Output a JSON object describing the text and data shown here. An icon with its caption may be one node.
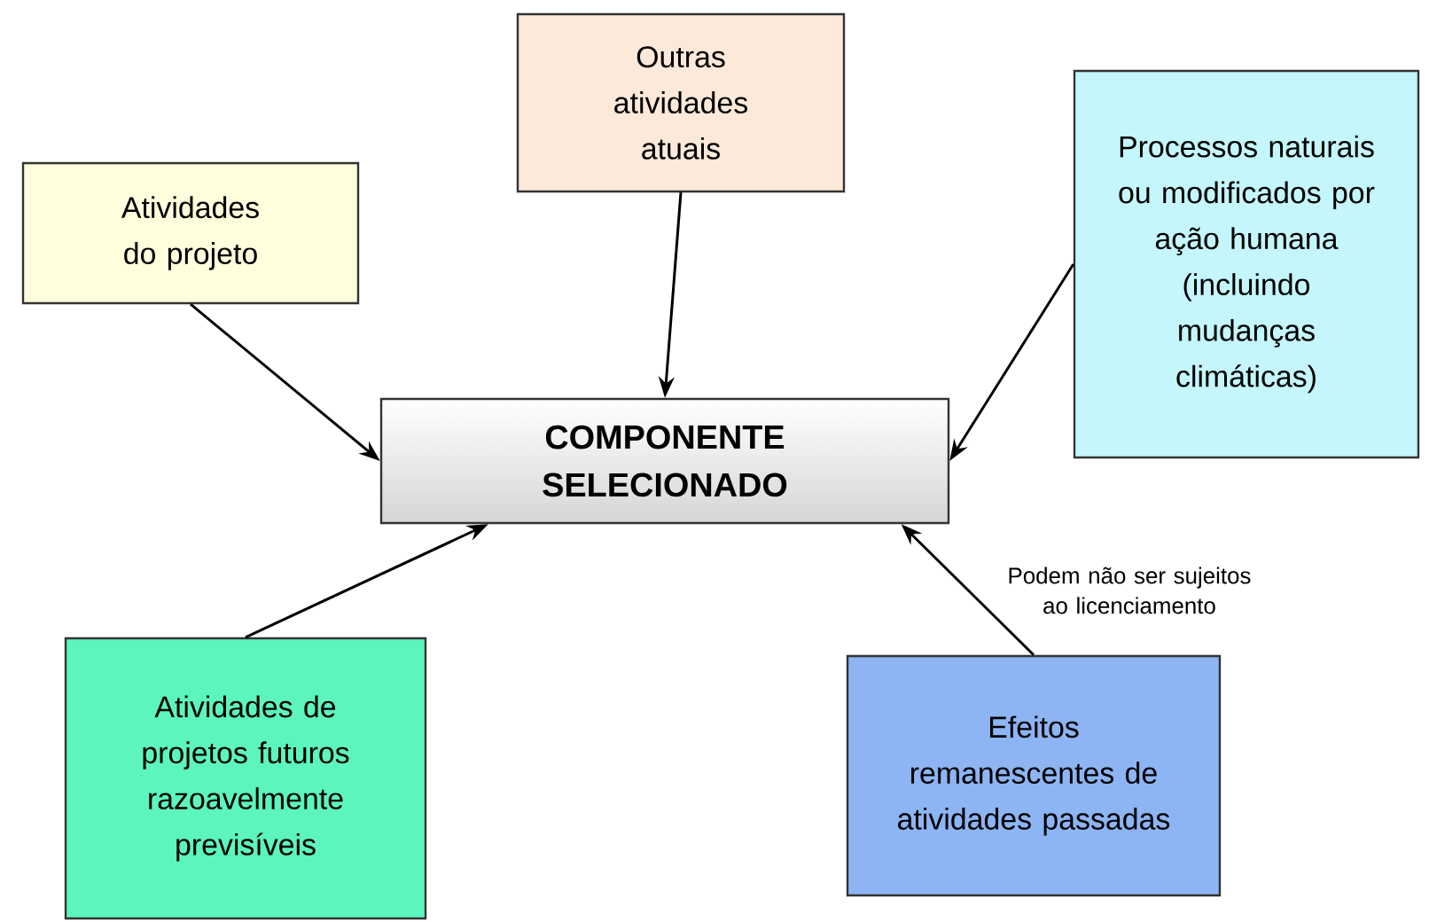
{
  "diagram": {
    "nodes": [
      {
        "text": [
          "Atividades do projeto"
        ]
      },
      {
        "text": [
          "Outras atividades atuais"
        ]
      },
      {
        "text": [
          "Processos naturais ou modificados por ação humana (incluindo mudanças climáticas)"
        ]
      },
      {
        "text": [
          "COMPONENTE SELECIONADO"
        ]
      },
      {
        "text": [
          "Atividades de projetos futuros razoavelmente previsíveis"
        ]
      },
      {
        "text": [
          "Efeitos remanescentes de atividades passadas"
        ]
      }
    ],
    "edges": [
      {
        "from": 0,
        "to": 3,
        "arrow": "to"
      },
      {
        "from": 1,
        "to": 3,
        "arrow": "to"
      },
      {
        "from": 2,
        "to": 3,
        "arrow": "to"
      },
      {
        "from": 4,
        "to": 3,
        "arrow": "to"
      },
      {
        "from": 5,
        "to": 3,
        "arrow": "to",
        "label": "Podem não ser sujeitos ao licenciamento"
      }
    ]
  }
}
